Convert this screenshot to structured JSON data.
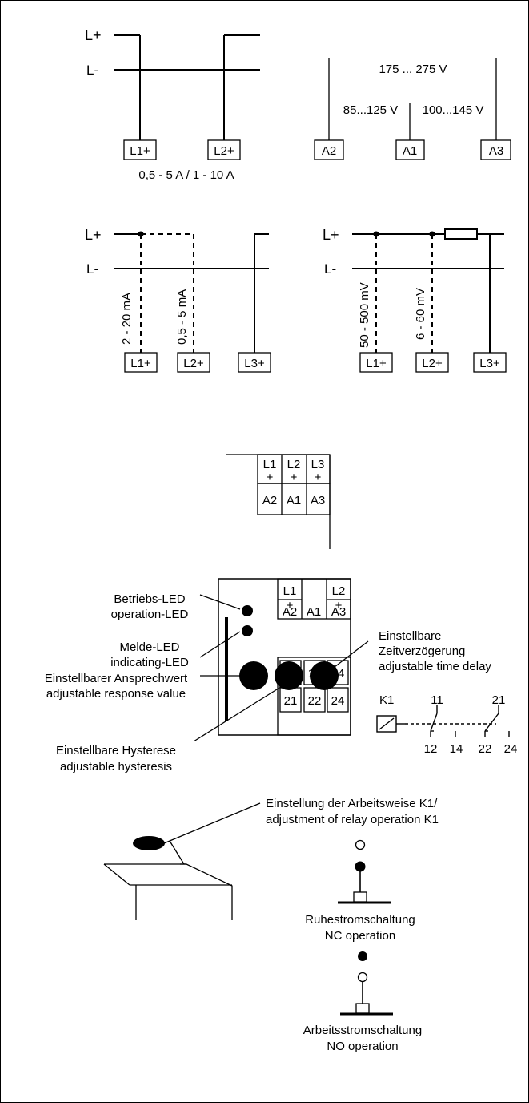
{
  "supply": {
    "l_plus": "L+",
    "l_minus": "L-"
  },
  "diagram1": {
    "terminals": [
      "L1+",
      "L2+"
    ],
    "range_label": "0,5 - 5 A / 1 - 10 A"
  },
  "aux_supply": {
    "top_voltage": "175 ... 275 V",
    "left_voltage": "85...125 V",
    "right_voltage": "100...145 V",
    "terminals": [
      "A2",
      "A1",
      "A3"
    ]
  },
  "diagram2": {
    "range_1": "2 - 20 mA",
    "range_2": "0,5 - 5 mA",
    "terminals": [
      "L1+",
      "L2+",
      "L3+"
    ]
  },
  "diagram3": {
    "range_1": "50 - 500 mV",
    "range_2": "6 - 60 mV",
    "terminals": [
      "L1+",
      "L2+",
      "L3+"
    ]
  },
  "terminal_block": {
    "top": [
      "L1",
      "L2",
      "L3"
    ],
    "plus": "+",
    "bottom": [
      "A2",
      "A1",
      "A3"
    ]
  },
  "front_panel": {
    "top_labels": [
      "L1",
      "L2"
    ],
    "plus": "+",
    "mid_labels": [
      "A2",
      "A1",
      "A3"
    ],
    "relay_row1": [
      "11",
      "12",
      "14"
    ],
    "relay_row2": [
      "21",
      "22",
      "24"
    ]
  },
  "annotations": {
    "op_led_de": "Betriebs-LED",
    "op_led_en": "operation-LED",
    "ind_led_de": "Melde-LED",
    "ind_led_en": "indicating-LED",
    "resp_de": "Einstellbarer Ansprechwert",
    "resp_en": "adjustable response value",
    "hyst_de": "Einstellbare Hysterese",
    "hyst_en": "adjustable hysteresis",
    "delay_de1": "Einstellbare",
    "delay_de2": "Zeitverzögerung",
    "delay_en": "adjustable time delay"
  },
  "relay": {
    "coil": "K1",
    "contact_a": "11",
    "contact_b": "21",
    "pins": [
      "12",
      "14",
      "22",
      "24"
    ]
  },
  "operation": {
    "title_de": "Einstellung der Arbeitsweise K1/",
    "title_en": "adjustment of relay operation K1",
    "nc_de": "Ruhestromschaltung",
    "nc_en": "NC operation",
    "no_de": "Arbeitsstromschaltung",
    "no_en": "NO operation"
  }
}
